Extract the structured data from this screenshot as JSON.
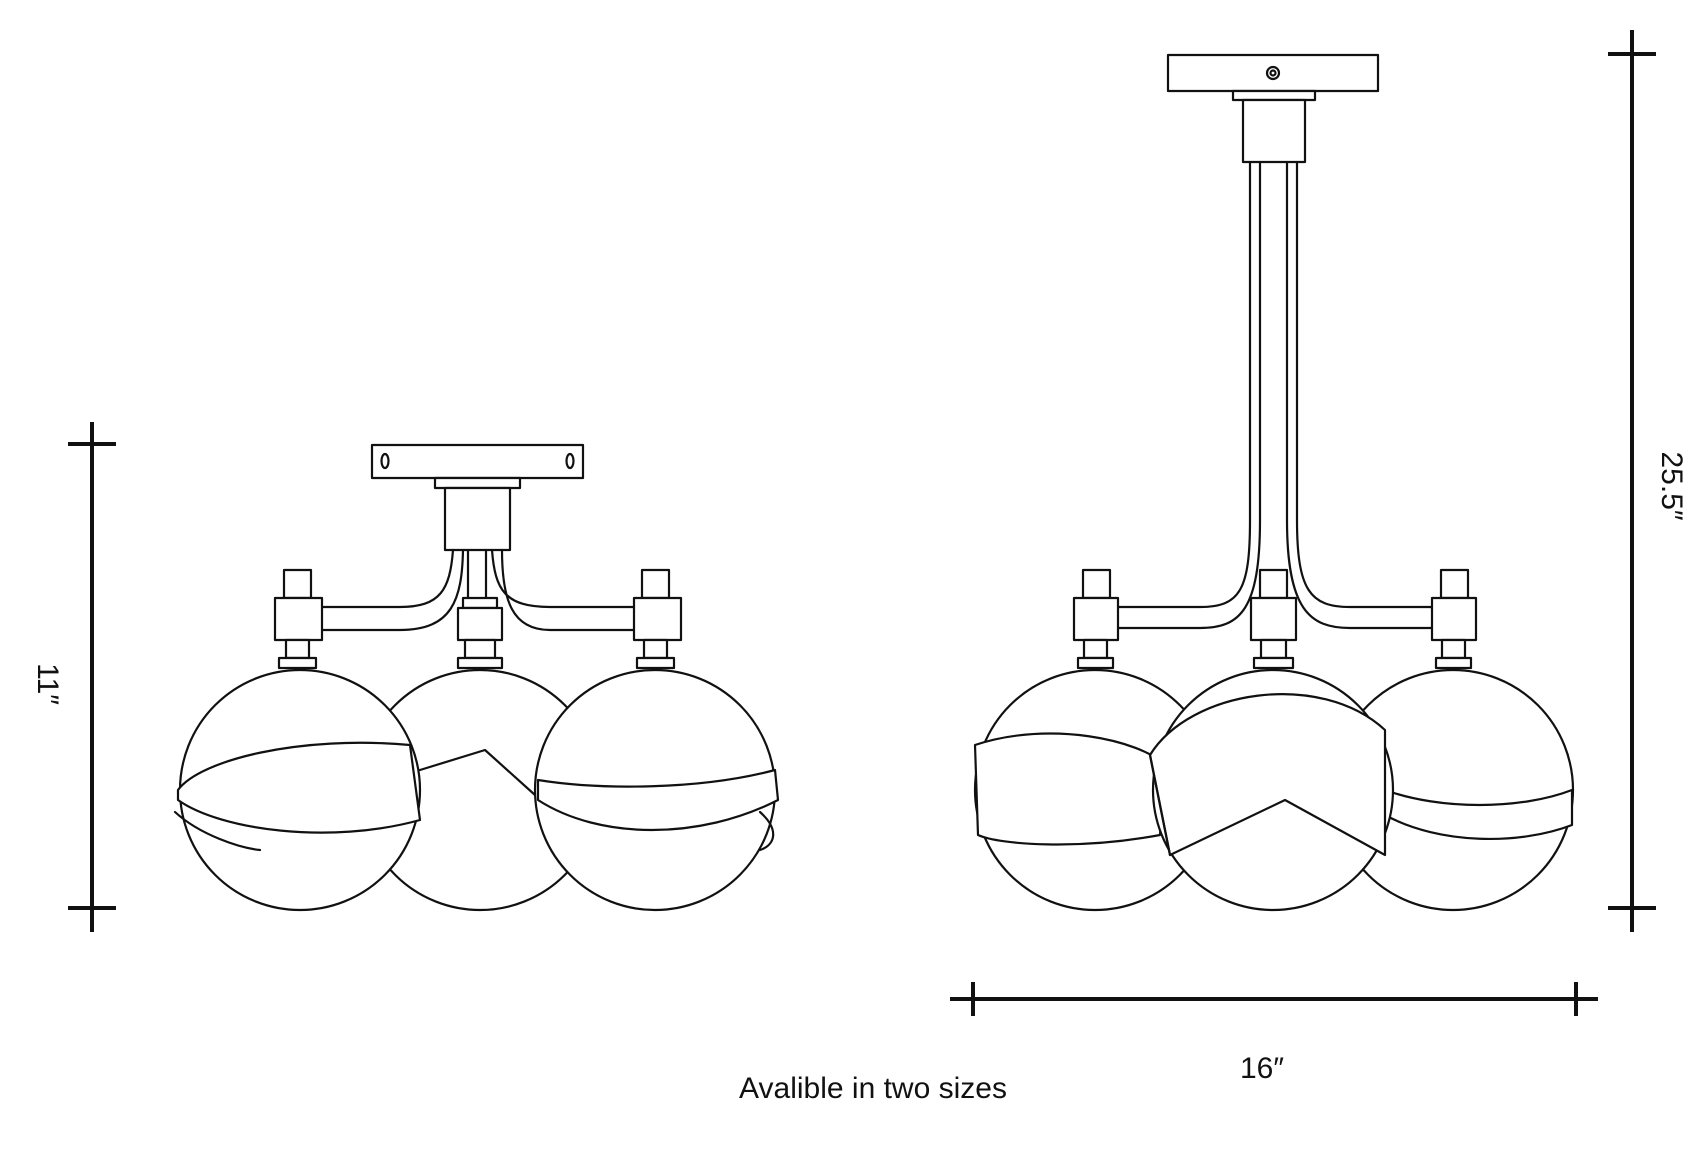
{
  "diagram": {
    "caption": "Avalible in two sizes",
    "semi_flush": {
      "height_label": "11″"
    },
    "pendant": {
      "height_label": "25.5″",
      "width_label": "16″"
    }
  },
  "colors": {
    "line": "#111111",
    "background": "#ffffff"
  }
}
